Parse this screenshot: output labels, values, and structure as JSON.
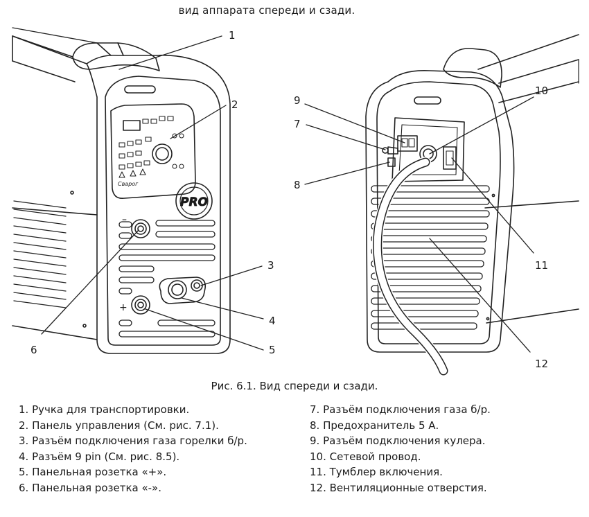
{
  "header": {
    "caption": "вид аппарата спереди и сзади."
  },
  "figure": {
    "callouts": {
      "c1": "1",
      "c2": "2",
      "c3": "3",
      "c4": "4",
      "c5": "5",
      "c6": "6",
      "c7": "7",
      "c8": "8",
      "c9": "9",
      "c10": "10",
      "c11": "11",
      "c12": "12"
    },
    "panel_marks": {
      "minus": "–",
      "plus": "+",
      "pro": "PRO",
      "brand": "Сварог"
    },
    "caption": "Рис. 6.1. Вид спереди и сзади."
  },
  "legend": {
    "left": [
      "1. Ручка для транспортировки.",
      "2. Панель управления (См. рис. 7.1).",
      "3. Разъём подключения газа горелки б/р.",
      "4. Разъём 9 pin (См. рис. 8.5).",
      "5. Панельная розетка «+».",
      "6. Панельная розетка «-»."
    ],
    "right": [
      "7. Разъём подключения газа б/р.",
      "8. Предохранитель 5 А.",
      "9. Разъём подключения кулера.",
      "10. Сетевой провод.",
      "11. Тумблер включения.",
      "12. Вентиляционные отверстия."
    ]
  }
}
